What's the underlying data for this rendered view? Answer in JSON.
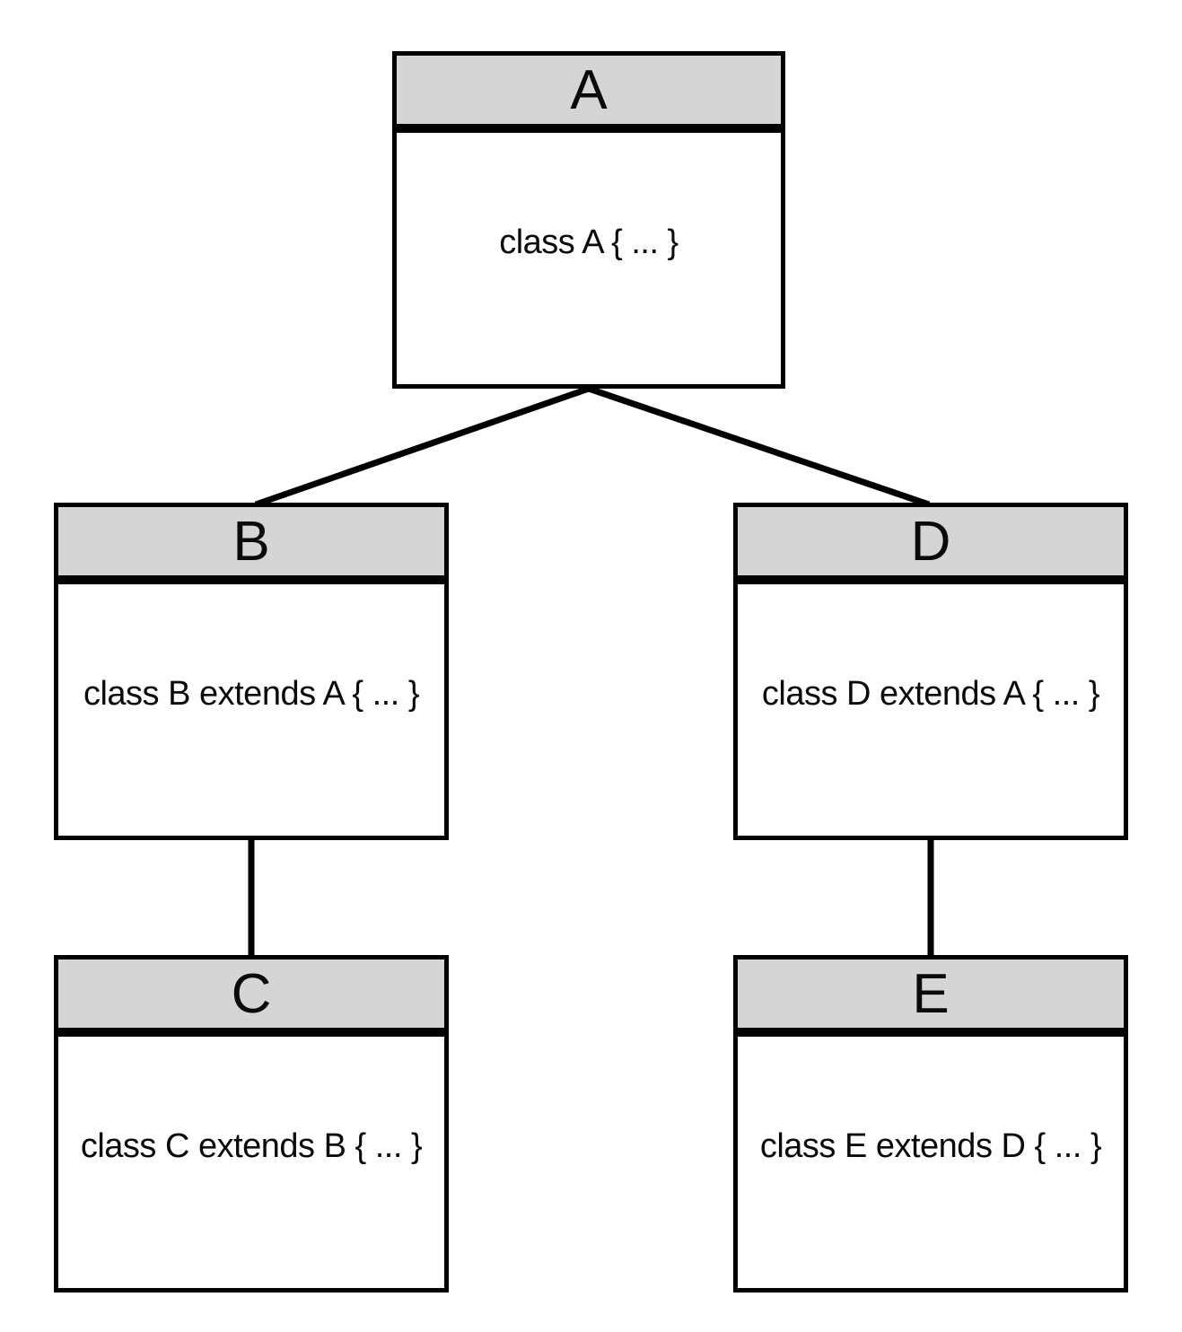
{
  "nodes": {
    "a": {
      "title": "A",
      "body": "class A { ... }"
    },
    "b": {
      "title": "B",
      "body": "class B extends A { ... }"
    },
    "c": {
      "title": "C",
      "body": "class C extends B { ... }"
    },
    "d": {
      "title": "D",
      "body": "class D extends A { ... }"
    },
    "e": {
      "title": "E",
      "body": "class E extends D { ... }"
    }
  },
  "edges": [
    {
      "from": "A",
      "to": "B"
    },
    {
      "from": "A",
      "to": "D"
    },
    {
      "from": "B",
      "to": "C"
    },
    {
      "from": "D",
      "to": "E"
    }
  ],
  "colors": {
    "header_fill": "#d5d5d5",
    "border": "#000000",
    "background": "#ffffff"
  }
}
